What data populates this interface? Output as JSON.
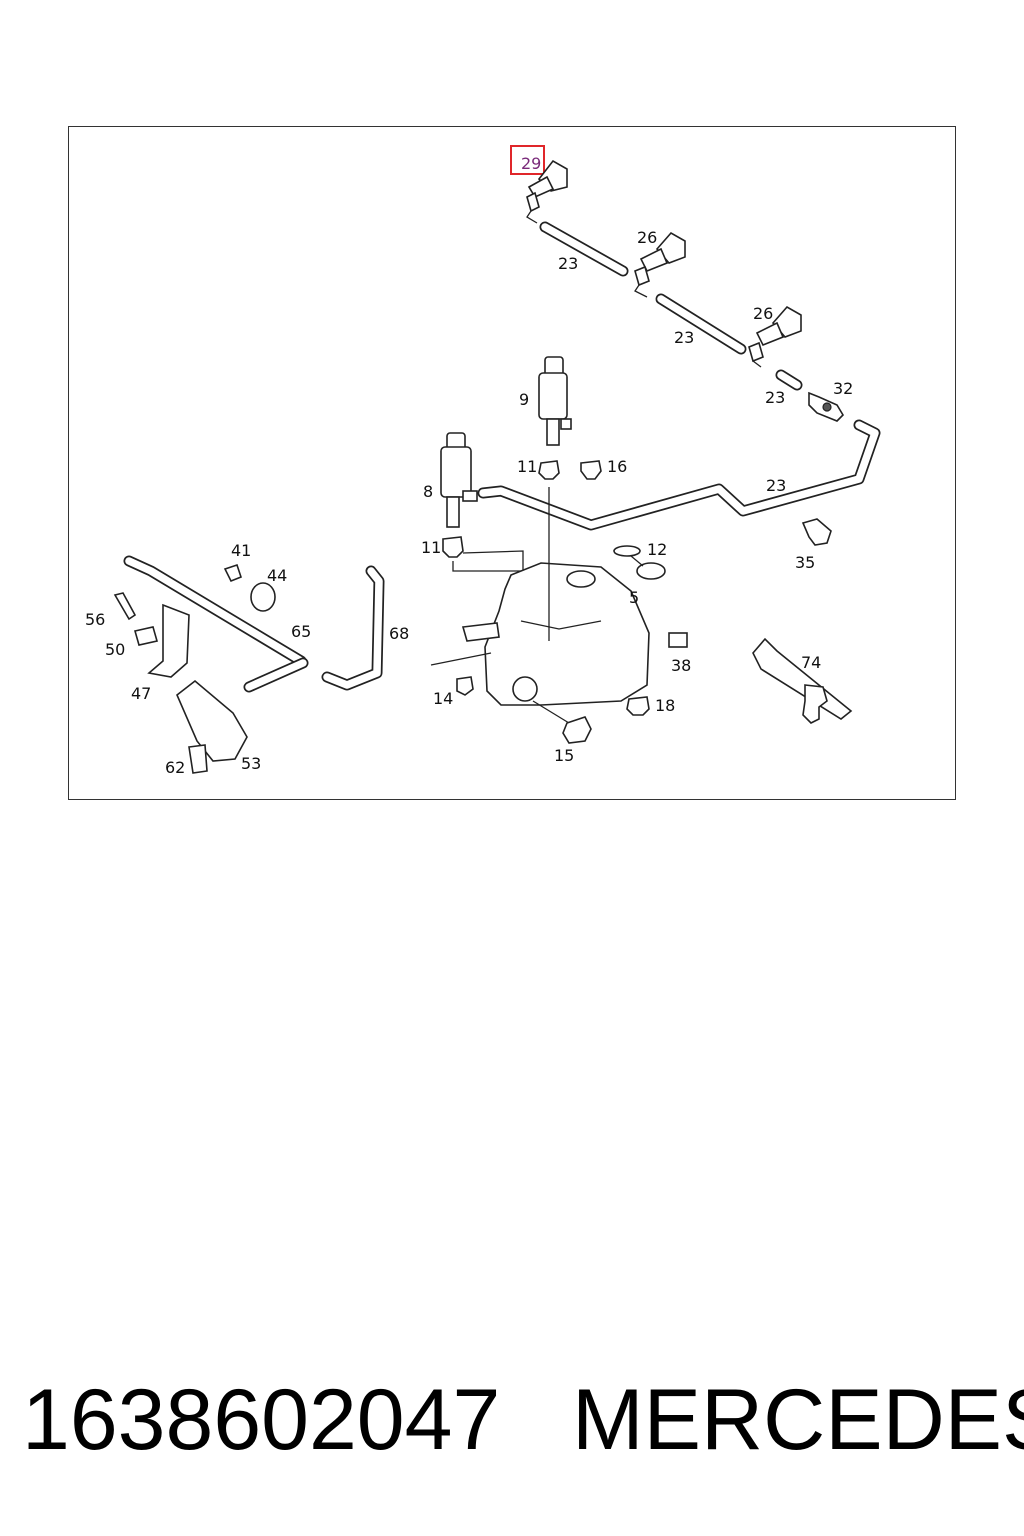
{
  "diagram": {
    "highlighted_callout": "29",
    "highlight_color": "#e0262a",
    "callouts": {
      "c29": "29",
      "c26a": "26",
      "c26b": "26",
      "c23a": "23",
      "c23b": "23",
      "c23c": "23",
      "c23d": "23",
      "c32": "32",
      "c9": "9",
      "c11a": "11",
      "c16": "16",
      "c8": "8",
      "c11b": "11",
      "c12": "12",
      "c35": "35",
      "c41": "41",
      "c44": "44",
      "c56": "56",
      "c65": "65",
      "c68": "68",
      "c50": "50",
      "c47": "47",
      "c5": "5",
      "c38": "38",
      "c74": "74",
      "c14": "14",
      "c18": "18",
      "c15": "15",
      "c62": "62",
      "c53": "53"
    }
  },
  "footer": {
    "part_number": "1638602047",
    "brand": "MERCEDES"
  }
}
